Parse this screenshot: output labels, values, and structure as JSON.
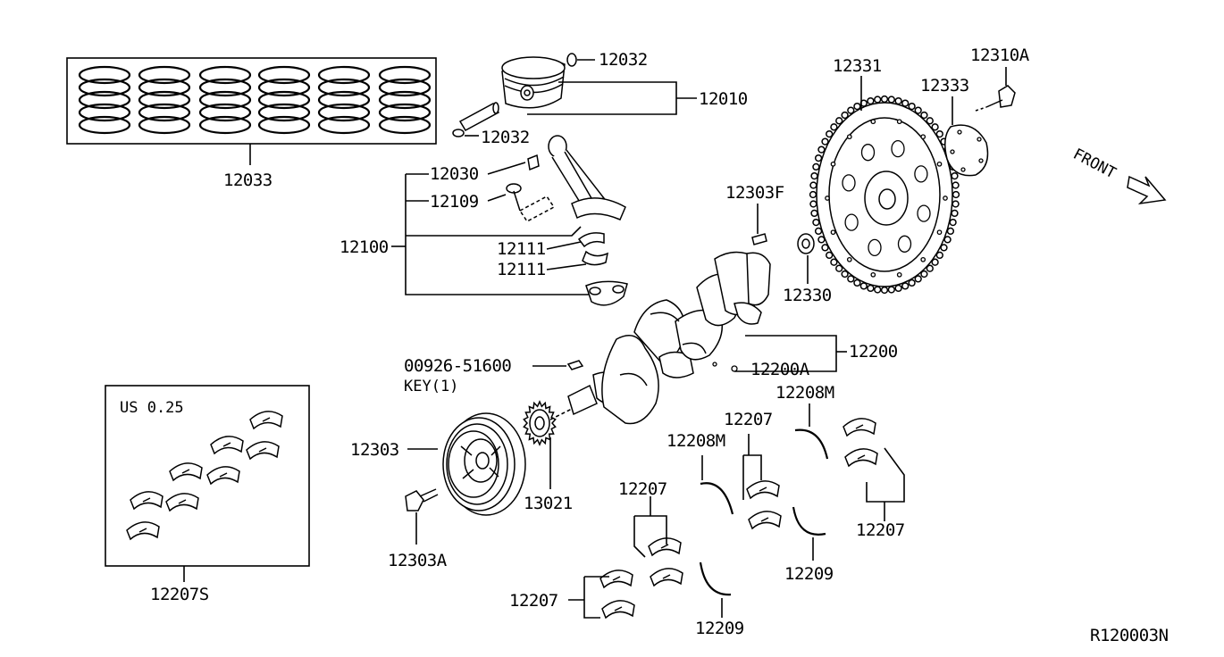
{
  "diagram": {
    "drawing_number": "R120003N",
    "labels": {
      "piston_ring_set": "12033",
      "piston_pin_snap_top": "12032",
      "piston_pin_snap_bottom": "12032",
      "piston": "12010",
      "rod_bushing": "12030",
      "rod_bolt": "12109",
      "rod_assy": "12100",
      "rod_bearing_1": "12111",
      "rod_bearing_2": "12111",
      "pilot_bushing": "12303F",
      "pilot_converter": "12330",
      "flywheel": "12331",
      "flywheel_plate": "12333",
      "flywheel_bolt": "12310A",
      "crankshaft": "12200",
      "crank_plug": "12200A",
      "key_part": "00926-51600",
      "key_note": "KEY(1)",
      "pulley": "12303",
      "pulley_bolt": "12303A",
      "sprocket": "13021",
      "undersize_note": "US 0.25",
      "undersize_set": "12207S",
      "main_thrust_upper_a": "12208M",
      "main_thrust_upper_b": "12208M",
      "main_bearing_1": "12207",
      "main_bearing_2": "12207",
      "main_bearing_3": "12207",
      "main_bearing_4": "12207",
      "thrust_lower_a": "12209",
      "thrust_lower_b": "12209",
      "front_marker": "FRONT"
    }
  }
}
